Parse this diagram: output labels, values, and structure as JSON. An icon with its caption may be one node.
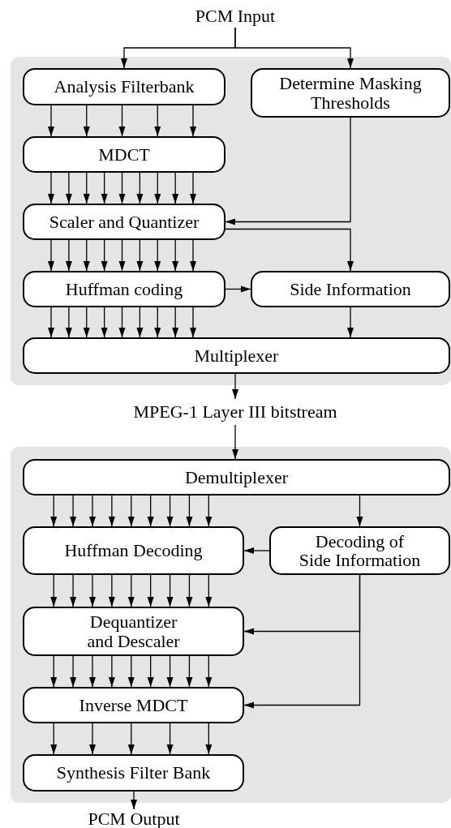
{
  "diagram": {
    "nodes": [
      {
        "text": [],
        "shape": "box"
      },
      {
        "text": [
          "PCM Input"
        ]
      },
      {
        "text": [
          "Analysis Filterbank"
        ],
        "in": 0
      },
      {
        "text": [
          "Determine Masking Thresholds"
        ],
        "in": 0
      },
      {
        "text": [
          "MDCT"
        ],
        "in": 0
      },
      {
        "text": [
          "Scaler and Quantizer"
        ],
        "in": 0
      },
      {
        "text": [
          "Huffman coding"
        ],
        "in": 0
      },
      {
        "text": [
          "Side Information"
        ],
        "in": 0
      },
      {
        "text": [
          "Multiplexer"
        ],
        "in": 0
      },
      {
        "text": [
          "MPEG-1 Layer III bitstream"
        ]
      },
      {
        "text": [],
        "shape": "box"
      },
      {
        "text": [
          "Demultiplexer"
        ],
        "in": 10
      },
      {
        "text": [
          "Huffman Decoding"
        ],
        "in": 10
      },
      {
        "text": [
          "Decoding of Side Information"
        ],
        "in": 10
      },
      {
        "text": [
          "Dequantizer and Descaler"
        ],
        "in": 10
      },
      {
        "text": [
          "Inverse MDCT"
        ],
        "in": 10
      },
      {
        "text": [
          "Synthesis Filter Bank"
        ],
        "in": 10
      },
      {
        "text": [
          "PCM Output"
        ]
      }
    ],
    "edges": [
      {
        "from": 1,
        "to": 2,
        "arrow": "to"
      },
      {
        "from": 1,
        "to": 3,
        "arrow": "to"
      },
      {
        "from": 2,
        "to": 4,
        "arrow": "to"
      },
      {
        "from": 2,
        "to": 4,
        "arrow": "to"
      },
      {
        "from": 2,
        "to": 4,
        "arrow": "to"
      },
      {
        "from": 2,
        "to": 4,
        "arrow": "to"
      },
      {
        "from": 2,
        "to": 4,
        "arrow": "to"
      },
      {
        "from": 4,
        "to": 5,
        "arrow": "to"
      },
      {
        "from": 4,
        "to": 5,
        "arrow": "to"
      },
      {
        "from": 4,
        "to": 5,
        "arrow": "to"
      },
      {
        "from": 4,
        "to": 5,
        "arrow": "to"
      },
      {
        "from": 4,
        "to": 5,
        "arrow": "to"
      },
      {
        "from": 4,
        "to": 5,
        "arrow": "to"
      },
      {
        "from": 4,
        "to": 5,
        "arrow": "to"
      },
      {
        "from": 4,
        "to": 5,
        "arrow": "to"
      },
      {
        "from": 4,
        "to": 5,
        "arrow": "to"
      },
      {
        "from": 3,
        "to": 5,
        "arrow": "to"
      },
      {
        "from": 5,
        "to": 6,
        "arrow": "to"
      },
      {
        "from": 5,
        "to": 6,
        "arrow": "to"
      },
      {
        "from": 5,
        "to": 6,
        "arrow": "to"
      },
      {
        "from": 5,
        "to": 6,
        "arrow": "to"
      },
      {
        "from": 5,
        "to": 6,
        "arrow": "to"
      },
      {
        "from": 5,
        "to": 6,
        "arrow": "to"
      },
      {
        "from": 5,
        "to": 6,
        "arrow": "to"
      },
      {
        "from": 5,
        "to": 6,
        "arrow": "to"
      },
      {
        "from": 5,
        "to": 6,
        "arrow": "to"
      },
      {
        "from": 5,
        "to": 7,
        "arrow": "to"
      },
      {
        "from": 6,
        "to": 7,
        "arrow": "to"
      },
      {
        "from": 6,
        "to": 8,
        "arrow": "to"
      },
      {
        "from": 6,
        "to": 8,
        "arrow": "to"
      },
      {
        "from": 6,
        "to": 8,
        "arrow": "to"
      },
      {
        "from": 6,
        "to": 8,
        "arrow": "to"
      },
      {
        "from": 6,
        "to": 8,
        "arrow": "to"
      },
      {
        "from": 6,
        "to": 8,
        "arrow": "to"
      },
      {
        "from": 6,
        "to": 8,
        "arrow": "to"
      },
      {
        "from": 6,
        "to": 8,
        "arrow": "to"
      },
      {
        "from": 6,
        "to": 8,
        "arrow": "to"
      },
      {
        "from": 7,
        "to": 8,
        "arrow": "to"
      },
      {
        "from": 8,
        "to": 9,
        "arrow": "to"
      },
      {
        "from": 9,
        "to": 11,
        "arrow": "to"
      },
      {
        "from": 11,
        "to": 12,
        "arrow": "to"
      },
      {
        "from": 11,
        "to": 12,
        "arrow": "to"
      },
      {
        "from": 11,
        "to": 12,
        "arrow": "to"
      },
      {
        "from": 11,
        "to": 12,
        "arrow": "to"
      },
      {
        "from": 11,
        "to": 12,
        "arrow": "to"
      },
      {
        "from": 11,
        "to": 12,
        "arrow": "to"
      },
      {
        "from": 11,
        "to": 12,
        "arrow": "to"
      },
      {
        "from": 11,
        "to": 12,
        "arrow": "to"
      },
      {
        "from": 11,
        "to": 12,
        "arrow": "to"
      },
      {
        "from": 11,
        "to": 13,
        "arrow": "to"
      },
      {
        "from": 13,
        "to": 12,
        "arrow": "to"
      },
      {
        "from": 12,
        "to": 14,
        "arrow": "to"
      },
      {
        "from": 12,
        "to": 14,
        "arrow": "to"
      },
      {
        "from": 12,
        "to": 14,
        "arrow": "to"
      },
      {
        "from": 12,
        "to": 14,
        "arrow": "to"
      },
      {
        "from": 12,
        "to": 14,
        "arrow": "to"
      },
      {
        "from": 12,
        "to": 14,
        "arrow": "to"
      },
      {
        "from": 12,
        "to": 14,
        "arrow": "to"
      },
      {
        "from": 12,
        "to": 14,
        "arrow": "to"
      },
      {
        "from": 12,
        "to": 14,
        "arrow": "to"
      },
      {
        "from": 13,
        "to": 14,
        "arrow": "to"
      },
      {
        "from": 14,
        "to": 15,
        "arrow": "to"
      },
      {
        "from": 14,
        "to": 15,
        "arrow": "to"
      },
      {
        "from": 14,
        "to": 15,
        "arrow": "to"
      },
      {
        "from": 14,
        "to": 15,
        "arrow": "to"
      },
      {
        "from": 14,
        "to": 15,
        "arrow": "to"
      },
      {
        "from": 14,
        "to": 15,
        "arrow": "to"
      },
      {
        "from": 14,
        "to": 15,
        "arrow": "to"
      },
      {
        "from": 14,
        "to": 15,
        "arrow": "to"
      },
      {
        "from": 14,
        "to": 15,
        "arrow": "to"
      },
      {
        "from": 13,
        "to": 15,
        "arrow": "to"
      },
      {
        "from": 15,
        "to": 16,
        "arrow": "to"
      },
      {
        "from": 15,
        "to": 16,
        "arrow": "to"
      },
      {
        "from": 15,
        "to": 16,
        "arrow": "to"
      },
      {
        "from": 15,
        "to": 16,
        "arrow": "to"
      },
      {
        "from": 15,
        "to": 16,
        "arrow": "to"
      },
      {
        "from": 16,
        "to": 17,
        "arrow": "to"
      }
    ]
  }
}
